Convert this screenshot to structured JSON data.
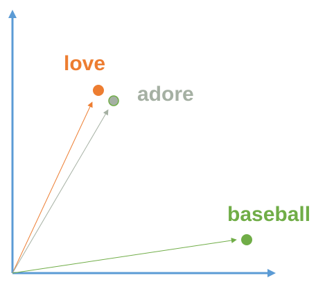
{
  "colors": {
    "axis": "#5b9bd5",
    "love": "#ed7d31",
    "adore": "#a5b0a3",
    "baseball": "#70ad47"
  },
  "words": [
    {
      "key": "love",
      "label": "love",
      "color": "#ed7d31"
    },
    {
      "key": "adore",
      "label": "adore",
      "color": "#a5b0a3"
    },
    {
      "key": "baseball",
      "label": "baseball",
      "color": "#70ad47"
    }
  ]
}
